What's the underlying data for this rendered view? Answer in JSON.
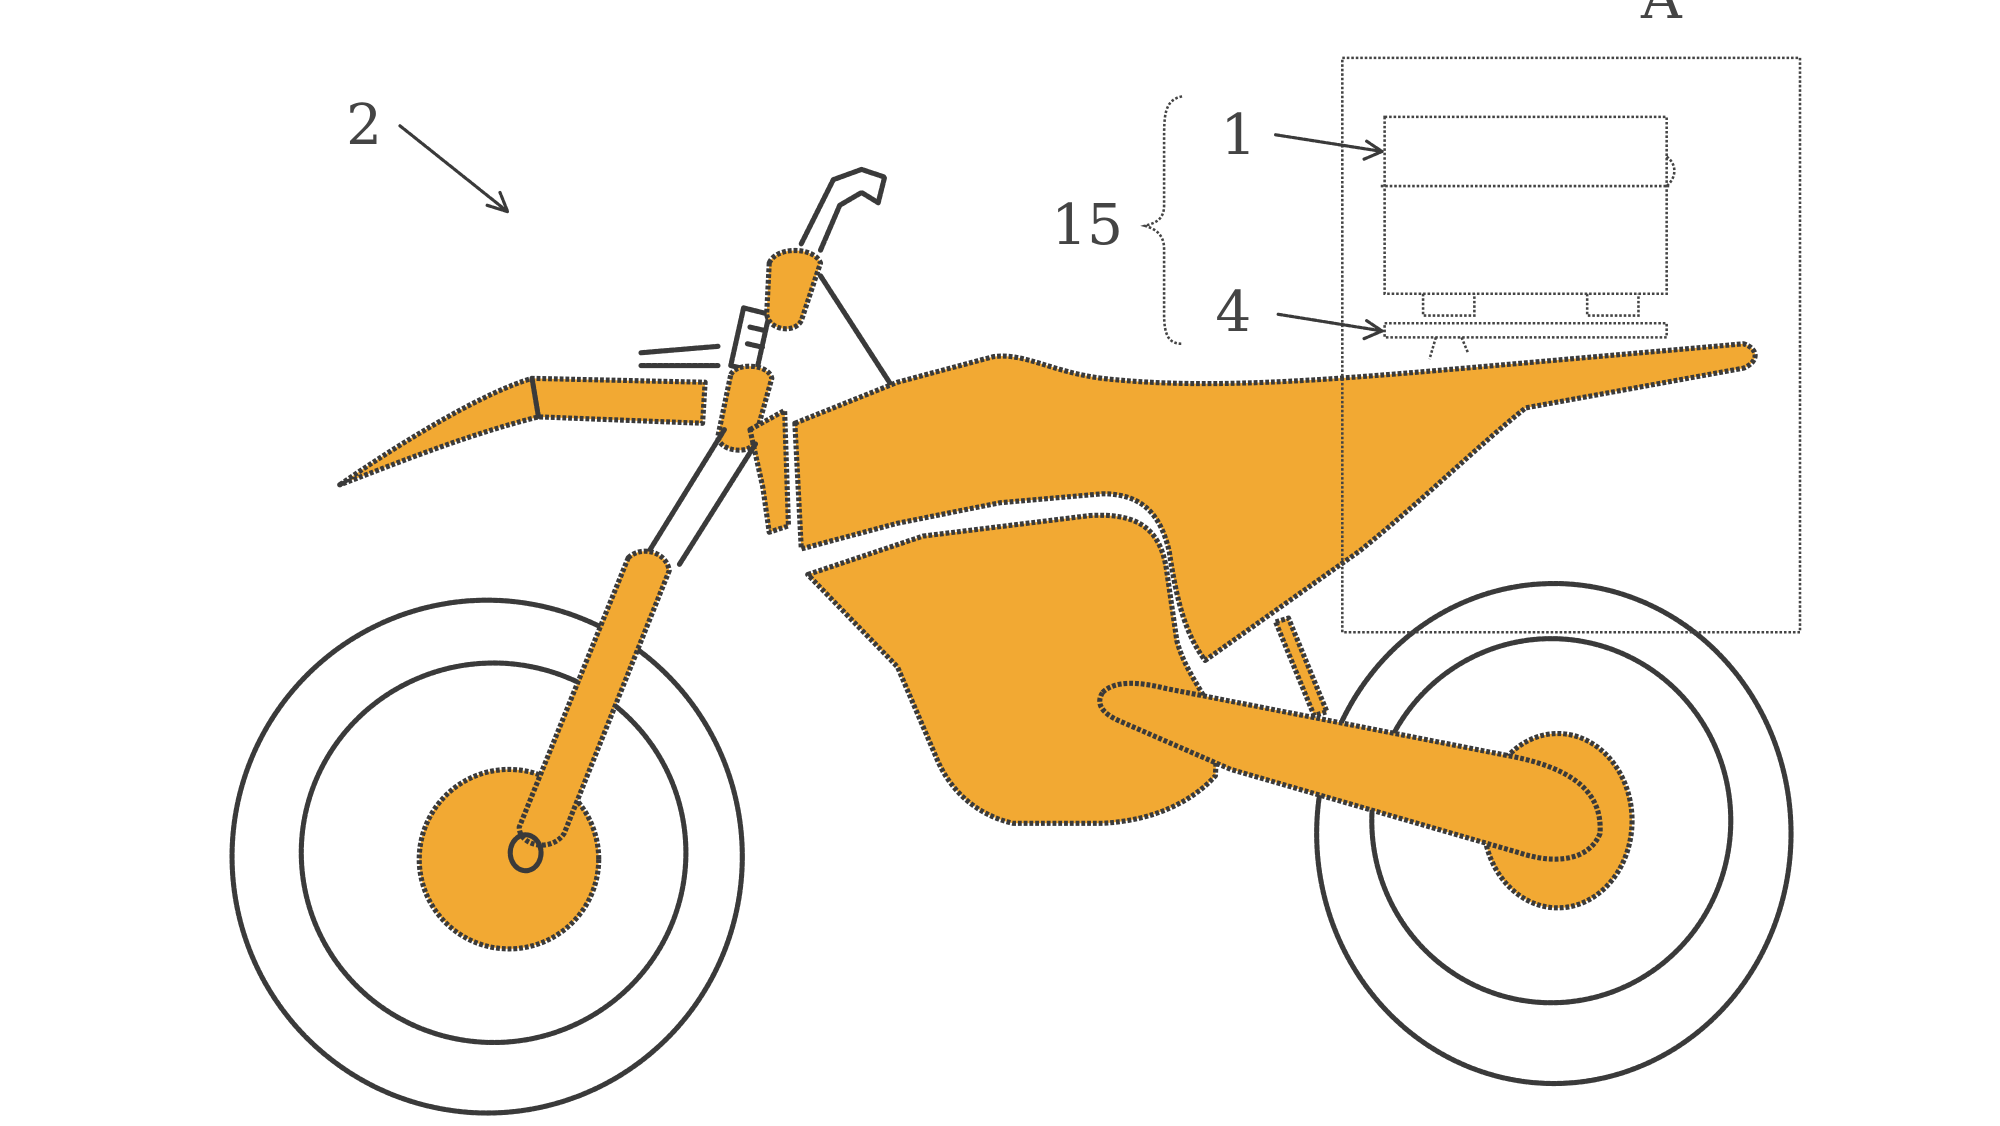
{
  "figure": {
    "labels": {
      "vehicle": "2",
      "detail": "A",
      "assembly": "15",
      "battery": "1",
      "mount": "4"
    },
    "colors": {
      "body_fill": "#f2a933",
      "outline": "#3a3a3a"
    }
  }
}
